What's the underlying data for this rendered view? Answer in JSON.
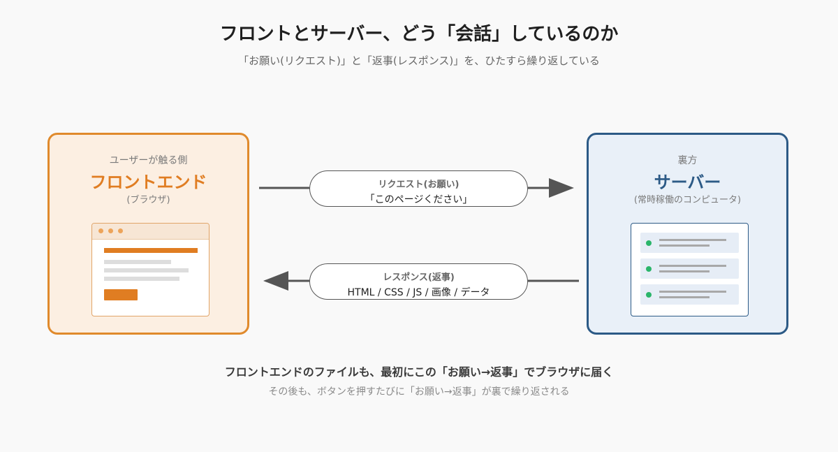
{
  "header": {
    "title": "フロントとサーバー、どう「会話」しているのか",
    "subtitle": "「お願い(リクエスト)」と「返事(レスポンス)」を、ひたすら繰り返している"
  },
  "frontend": {
    "kicker": "ユーザーが触る側",
    "title": "フロントエンド",
    "subtitle": "(ブラウザ)",
    "accent_color": "#e07d22"
  },
  "server": {
    "kicker": "裏方",
    "title": "サーバー",
    "subtitle": "(常時稼働のコンピュータ)",
    "accent_color": "#2c5a86"
  },
  "request": {
    "label": "リクエスト(お願い)",
    "text": "「このページください」"
  },
  "response": {
    "label": "レスポンス(返事)",
    "text": "HTML / CSS / JS / 画像 / データ"
  },
  "footer": {
    "main": "フロントエンドのファイルも、最初にこの「お願い→返事」でブラウザに届く",
    "sub": "その後も、ボタンを押すたびに「お願い→返事」が裏で繰り返される"
  },
  "icons": {
    "browser": "browser-window-icon",
    "server": "server-rack-icon",
    "status_led_color": "#2bb56a"
  }
}
